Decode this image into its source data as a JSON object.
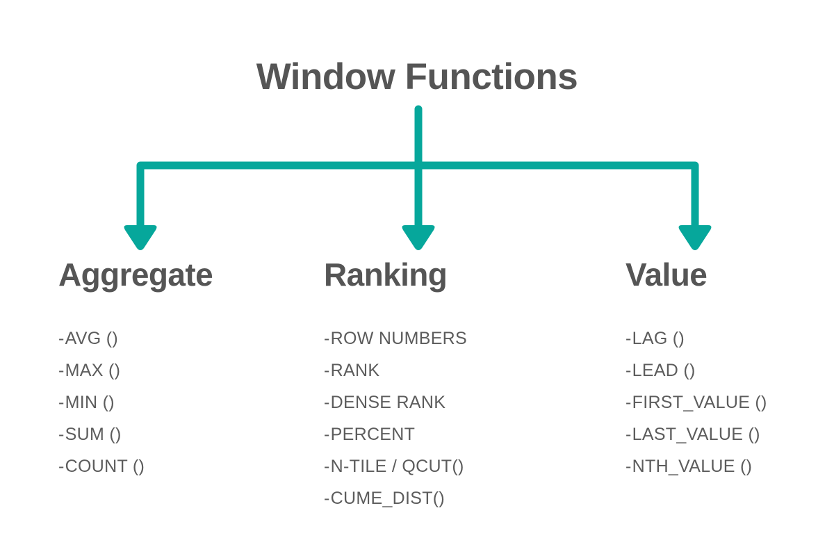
{
  "title": "Window Functions",
  "colors": {
    "connector": "#06A79B",
    "heading": "#555555",
    "item_text": "#5c5c5c",
    "background": "#ffffff"
  },
  "bullet_prefix": "-",
  "branches": [
    {
      "heading": "Aggregate",
      "items": [
        "AVG ()",
        "MAX ()",
        "MIN ()",
        "SUM ()",
        "COUNT ()"
      ]
    },
    {
      "heading": "Ranking",
      "items": [
        "ROW NUMBERS",
        "RANK",
        "DENSE RANK",
        "PERCENT",
        "N-TILE / QCUT()",
        "CUME_DIST()"
      ]
    },
    {
      "heading": "Value",
      "items": [
        "LAG ()",
        "LEAD ()",
        "FIRST_VALUE ()",
        "LAST_VALUE ()",
        "NTH_VALUE ()"
      ]
    }
  ]
}
